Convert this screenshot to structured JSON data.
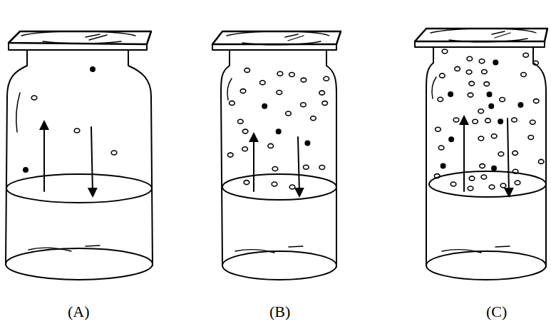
{
  "diagram": {
    "labels": [
      "(A)",
      "(B)",
      "(C)"
    ]
  }
}
